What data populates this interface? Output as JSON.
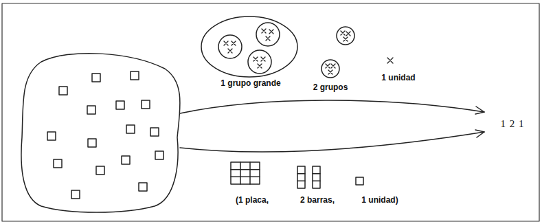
{
  "diagram": {
    "labels": [
      "1 grupo grande",
      "2 grupos",
      "1 unidad",
      "1 2 1",
      "(1 placa,",
      "2 barras,",
      "1 unidad)"
    ]
  }
}
